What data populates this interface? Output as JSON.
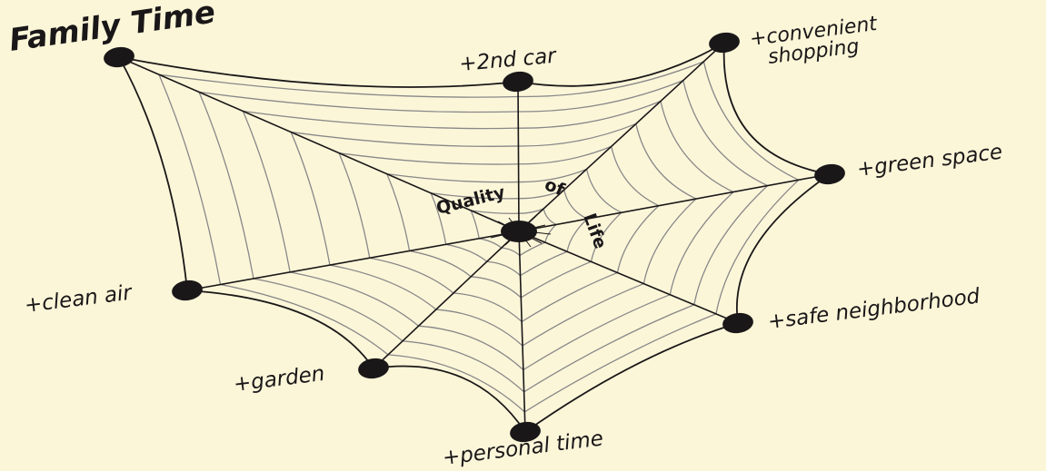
{
  "title": "Family Time",
  "center": {
    "word1": "Quality",
    "word2": "of",
    "word3": "Life"
  },
  "nodes": {
    "second_car": "+2nd car",
    "convenient_shopping_line1": "+convenient",
    "convenient_shopping_line2": "shopping",
    "green_space": "+green space",
    "safe_neighborhood": "+safe neighborhood",
    "personal_time": "+personal time",
    "garden": "+garden",
    "clean_air": "+clean air"
  },
  "colors": {
    "background": "#fcf6d9",
    "ink": "#1a1718",
    "web_thread": "#888888"
  }
}
